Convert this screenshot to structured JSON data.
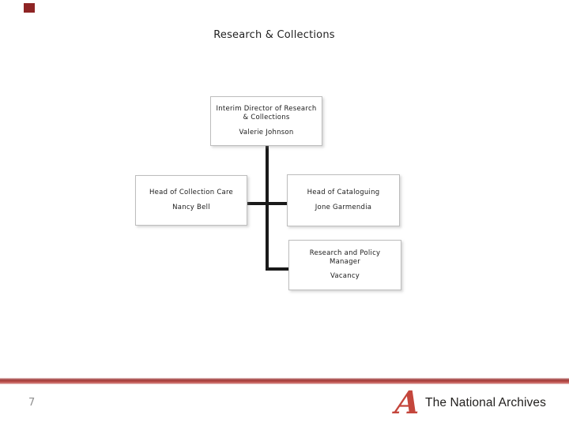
{
  "slide": {
    "title": "Research & Collections",
    "page_number": "7"
  },
  "org_chart": {
    "nodes": [
      {
        "role": "Interim Director of Research & Collections",
        "person": "Valerie Johnson"
      },
      {
        "role": "Head of Collection Care",
        "person": "Nancy Bell"
      },
      {
        "role": "Head of Cataloguing",
        "person": "Jone Garmendia"
      },
      {
        "role": "Research and Policy Manager",
        "person": "Vacancy"
      }
    ]
  },
  "footer": {
    "logo_letter": "A",
    "logo_text": "The National Archives"
  },
  "colors": {
    "accent_red": "#c4463c",
    "footer_line_red": "#b04a48",
    "corner_mark_red": "#8e2424",
    "connector_black": "#1a1a1a",
    "box_border_gray": "#bdbdbd",
    "page_number_gray": "#8f8f8f"
  }
}
